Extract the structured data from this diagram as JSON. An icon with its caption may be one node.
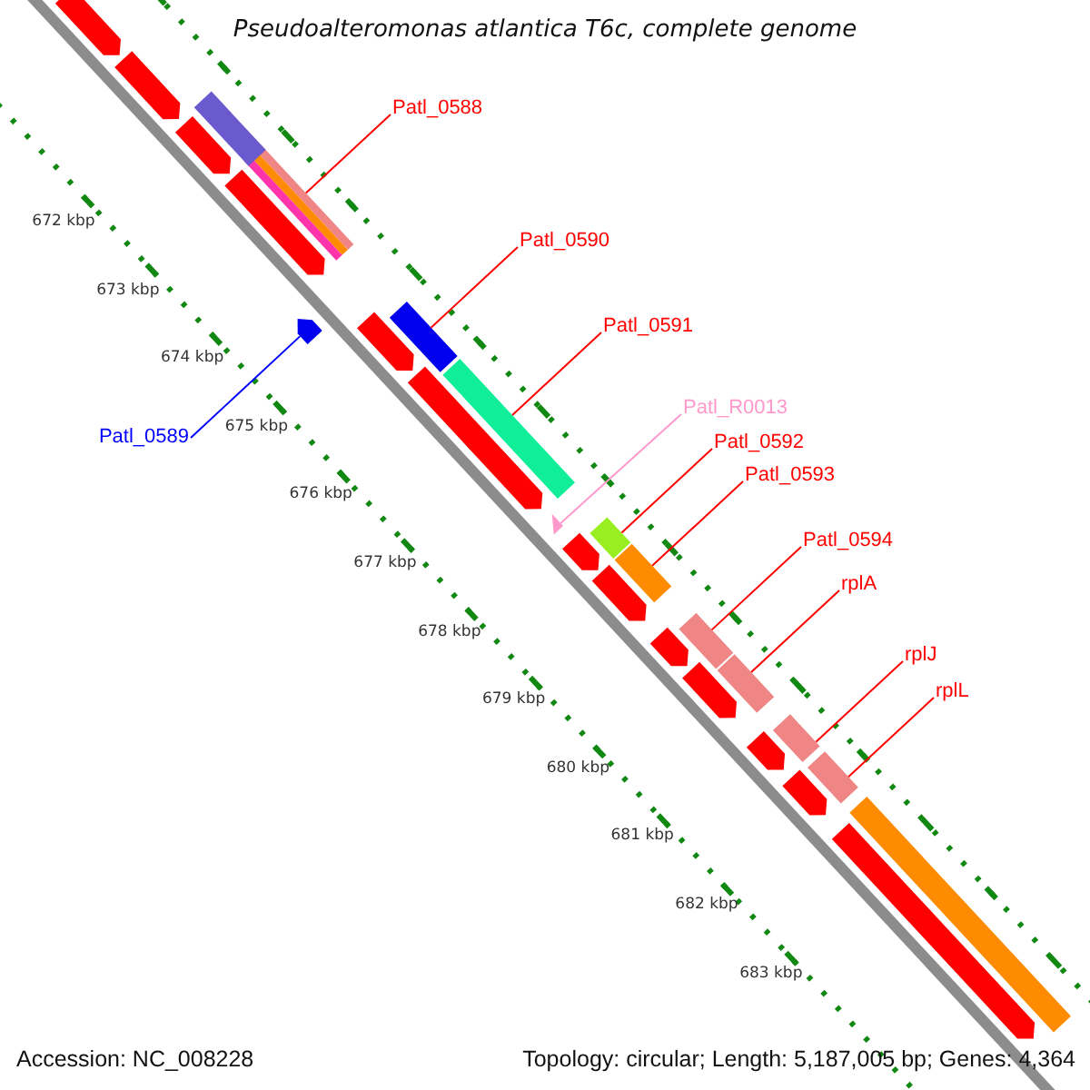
{
  "diagram": {
    "title": "Pseudoalteromonas atlantica T6c, complete genome",
    "nodes": [
      {
        "text": [
          "Patl_0588"
        ]
      },
      {
        "text": [],
        "shape": "box"
      },
      {
        "text": [
          "Patl_0589"
        ]
      },
      {
        "text": [],
        "shape": "arrow"
      },
      {
        "text": [
          "Patl_0590"
        ]
      },
      {
        "text": [],
        "shape": "box"
      },
      {
        "text": [
          "Patl_0591"
        ]
      },
      {
        "text": [],
        "shape": "box"
      },
      {
        "text": [
          "Patl_R0013"
        ]
      },
      {
        "text": [],
        "shape": "triangle"
      },
      {
        "text": [
          "Patl_0592"
        ]
      },
      {
        "text": [],
        "shape": "box"
      },
      {
        "text": [
          "Patl_0593"
        ]
      },
      {
        "text": [],
        "shape": "box"
      },
      {
        "text": [
          "Patl_0594"
        ]
      },
      {
        "text": [],
        "shape": "box"
      },
      {
        "text": [
          "rplA"
        ]
      },
      {
        "text": [],
        "shape": "box"
      },
      {
        "text": [
          "rplJ"
        ]
      },
      {
        "text": [],
        "shape": "box"
      },
      {
        "text": [
          "rplL"
        ]
      },
      {
        "text": [],
        "shape": "box"
      },
      {
        "text": [],
        "shape": "arrow"
      },
      {
        "text": [],
        "shape": "arrow"
      },
      {
        "text": [],
        "shape": "arrow"
      },
      {
        "text": [],
        "shape": "arrow"
      },
      {
        "text": [],
        "shape": "arrow"
      },
      {
        "text": [],
        "shape": "arrow"
      },
      {
        "text": [],
        "shape": "arrow"
      },
      {
        "text": [],
        "shape": "arrow"
      },
      {
        "text": [],
        "shape": "arrow"
      },
      {
        "text": [],
        "shape": "arrow"
      },
      {
        "text": [],
        "shape": "arrow"
      },
      {
        "text": [],
        "shape": "arrow"
      },
      {
        "text": [],
        "shape": "arrow"
      },
      {
        "text": [],
        "shape": "box"
      },
      {
        "text": [],
        "shape": "box"
      }
    ],
    "edges": [
      {
        "from": 0,
        "to": 1,
        "arrow": "none"
      },
      {
        "from": 2,
        "to": 3,
        "arrow": "none",
        "color": "#0000ff"
      },
      {
        "from": 4,
        "to": 5,
        "arrow": "none"
      },
      {
        "from": 6,
        "to": 7,
        "arrow": "none"
      },
      {
        "from": 8,
        "to": 9,
        "arrow": "none",
        "color": "#ff99cc"
      },
      {
        "from": 10,
        "to": 11,
        "arrow": "none"
      },
      {
        "from": 12,
        "to": 13,
        "arrow": "none"
      },
      {
        "from": 14,
        "to": 15,
        "arrow": "none"
      },
      {
        "from": 16,
        "to": 17,
        "arrow": "none"
      },
      {
        "from": 18,
        "to": 19,
        "arrow": "none"
      },
      {
        "from": 20,
        "to": 21,
        "arrow": "none"
      }
    ],
    "labels": [
      "672 kbp",
      "673 kbp",
      "674 kbp",
      "675 kbp",
      "676 kbp",
      "677 kbp",
      "678 kbp",
      "679 kbp",
      "680 kbp",
      "681 kbp",
      "682 kbp",
      "683 kbp",
      "Accession: NC_008228",
      "Topology: circular; Length: 5,187,005 bp; Genes: 4,364"
    ]
  }
}
